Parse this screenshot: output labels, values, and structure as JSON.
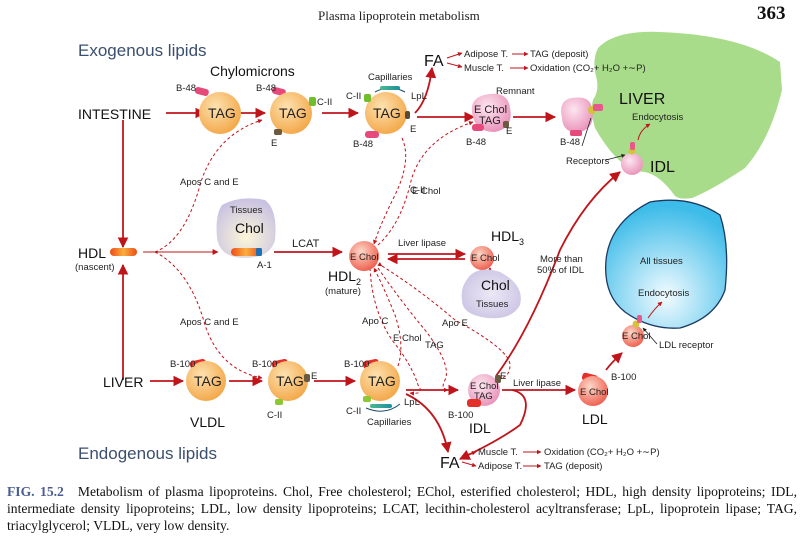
{
  "header": {
    "running_title": "Plasma lipoprotein metabolism",
    "page_number": "363"
  },
  "sections": {
    "exogenous": "Exogenous lipids",
    "endogenous": "Endogenous lipids"
  },
  "nodes": {
    "intestine": "INTESTINE",
    "liver_source": "LIVER",
    "chylomicrons": "Chylomicrons",
    "tag": "TAG",
    "b48": "B-48",
    "b100": "B-100",
    "c2": "C-II",
    "e": "E",
    "lpl": "LpL",
    "capillaries": "Capillaries",
    "fa": "FA",
    "remnant": "Remnant",
    "echol_tag_1": "E Chol",
    "echol_tag_2": "TAG",
    "liver_organ": "LIVER",
    "endocytosis": "Endocytosis",
    "receptors": "Receptors",
    "idl": "IDL",
    "hdl": "HDL",
    "nascent": "(nascent)",
    "tissues": "Tissues",
    "chol": "Chol",
    "a1": "A-1",
    "lcat": "LCAT",
    "echol": "E Chol",
    "hdl2": "HDL",
    "hdl2_sub": "2",
    "mature": "(mature)",
    "liver_lipase": "Liver lipase",
    "hdl3": "HDL",
    "hdl3_sub": "3",
    "more_than_1": "More than",
    "more_than_2": "50% of IDL",
    "all_tissues": "All tissues",
    "ldl_receptor": "LDL receptor",
    "ldl": "LDL",
    "vldl": "VLDL",
    "apos_c_and_e": "Apos C and E",
    "apo_c": "Apo C",
    "apo_e": "Apo E",
    "echol_label": "E Chol",
    "c2_label": "C-II"
  },
  "fa_top": {
    "adipose": "Adipose T.",
    "adipose_result": "TAG (deposit)",
    "muscle": "Muscle T.",
    "muscle_result": "Oxidation (CO₂+ H₂O +∼P)"
  },
  "fa_bottom": {
    "muscle": "Muscle T.",
    "muscle_result": "Oxidation (CO₂+ H₂O +∼P)",
    "adipose": "Adipose T.",
    "adipose_result": "TAG (deposit)"
  },
  "caption": {
    "figure_label": "FIG. 15.2",
    "text": "Metabolism of plasma lipoproteins. Chol, Free cholesterol; EChol, esterified cholesterol; HDL, high density lipoproteins; IDL, intermediate density lipoproteins; LDL, low density lipoproteins; LCAT, lecithin-cholesterol acyltransferase; LpL, lipoprotein lipase; TAG, triacylglycerol; VLDL, very low density."
  },
  "colors": {
    "arrow": "#c0141b",
    "tag_particle": "#f6b45a",
    "remnant_particle": "#f2b3cf",
    "liver_organ": "#a8dc88",
    "all_tissues": "#4fc3ec",
    "tissues_blob": "#d2cce6",
    "section_title": "#3b4f6e",
    "figure_label": "#4a5d93"
  }
}
